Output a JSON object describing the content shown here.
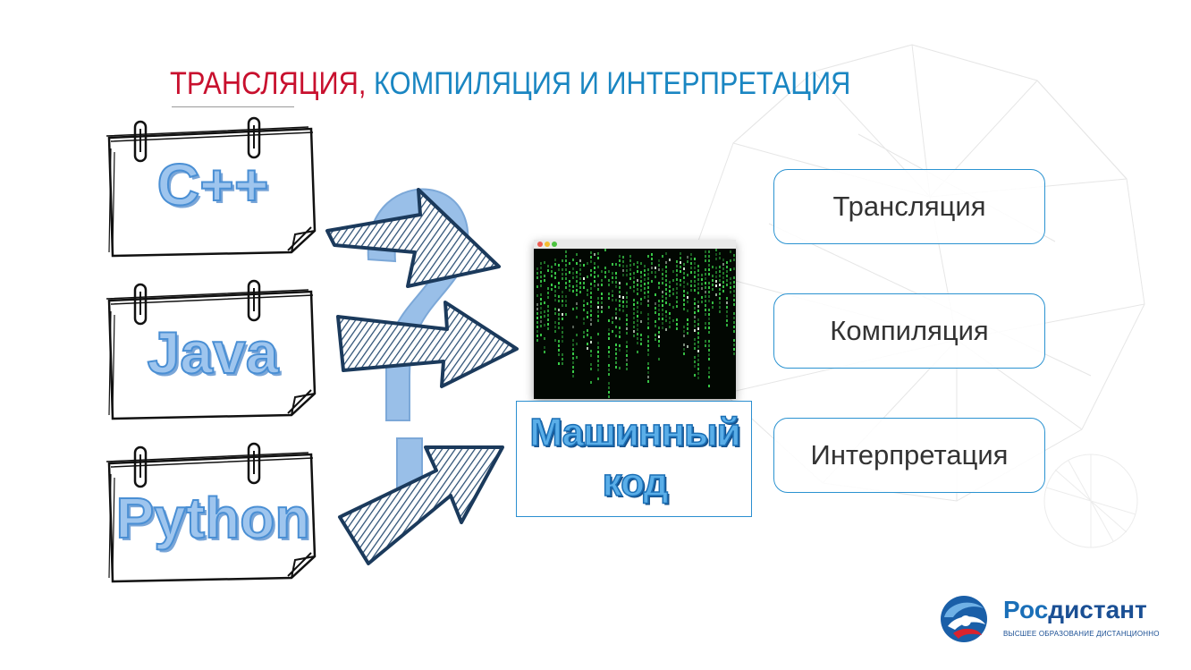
{
  "title": {
    "part_red": "ТРАНСЛЯЦИЯ,",
    "part_blue": "КОМПИЛЯЦИЯ И ИНТЕРПРЕТАЦИЯ"
  },
  "languages": [
    {
      "label": "C++"
    },
    {
      "label": "Java"
    },
    {
      "label": "Python"
    }
  ],
  "machine_code": {
    "line1": "Машинный",
    "line2": "код"
  },
  "concepts": [
    {
      "label": "Трансляция"
    },
    {
      "label": "Компиляция"
    },
    {
      "label": "Интерпретация"
    }
  ],
  "logo": {
    "name_part1": "Рос",
    "name_part2": "дистант",
    "tagline": "ВЫСШЕЕ ОБРАЗОВАНИЕ ДИСТАНЦИОННО"
  },
  "colors": {
    "title_red": "#c8102e",
    "title_blue": "#1a86c2",
    "accent_blue": "#2b93d1",
    "matrix_green": "#3bd14a"
  },
  "icons": [
    "paperclip-icon",
    "arrow-icon",
    "question-mark-icon",
    "terminal-window-icon",
    "rosdistant-logo-icon"
  ]
}
